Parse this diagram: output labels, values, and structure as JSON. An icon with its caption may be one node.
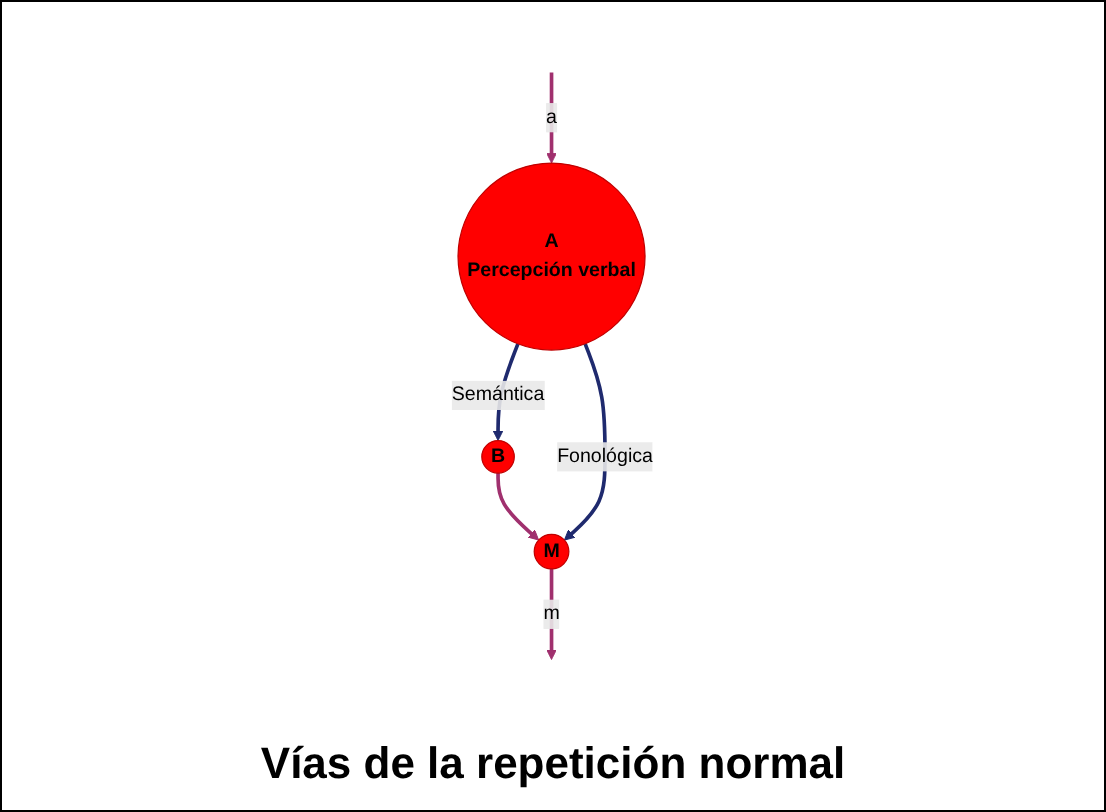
{
  "diagram": {
    "caption": "Vías de la repetición normal",
    "nodes": [
      {
        "text": [
          "B"
        ]
      },
      {
        "text": [
          "M"
        ]
      },
      {
        "text": [
          "A",
          "Percepción verbal"
        ]
      }
    ],
    "edges": [
      {
        "from": 2,
        "to": 0,
        "arrow": "to",
        "label": "Semántica",
        "color": "#1f2a6e"
      },
      {
        "from": 0,
        "to": 1,
        "arrow": "to"
      },
      {
        "from": 2,
        "to": 1,
        "arrow": "to",
        "label": "Fonológica",
        "color": "#1f2a6e"
      },
      {
        "from": 1,
        "to": null,
        "arrow": "to",
        "label": "m"
      },
      {
        "from": null,
        "to": 2,
        "arrow": "to",
        "label": "a"
      }
    ]
  }
}
